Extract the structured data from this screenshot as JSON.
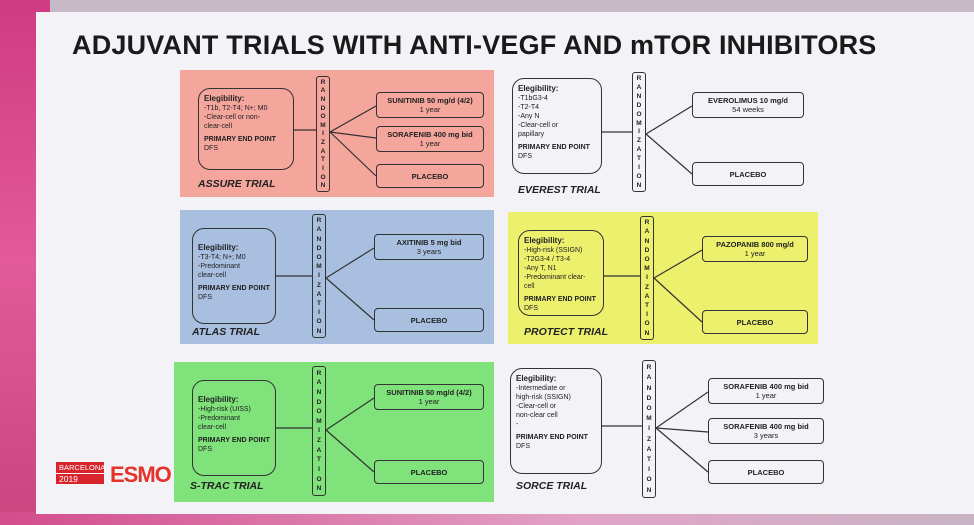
{
  "title": "ADJUVANT TRIALS WITH ANTI-VEGF AND mTOR INHIBITORS",
  "rand_letters": [
    "R",
    "A",
    "N",
    "D",
    "O",
    "M",
    "I",
    "Z",
    "A",
    "T",
    "I",
    "O",
    "N"
  ],
  "colors": {
    "assure": "#f4a59c",
    "everest": "#f3f2f7",
    "atlas": "#a8bfe0",
    "protect": "#edf06c",
    "strac": "#7fe27a",
    "sorce": "#f3f2f7"
  },
  "logo": {
    "city": "BARCELONA",
    "year": "2019",
    "brand": "ESMO"
  },
  "trials": {
    "assure": {
      "name": "ASSURE TRIAL",
      "eligibility": {
        "header": "Elegibility:",
        "lines": [
          "-T1b, T2-T4; N+; M0",
          "-Clear-cell or non-",
          "clear-cell"
        ],
        "endpoint": "PRIMARY END POINT",
        "dfs": "DFS"
      },
      "arms": [
        {
          "name": "SUNITINIB 50 mg/d (4/2)",
          "dur": "1 year"
        },
        {
          "name": "SORAFENIB 400 mg bid",
          "dur": "1 year"
        },
        {
          "name": "PLACEBO",
          "dur": ""
        }
      ]
    },
    "everest": {
      "name": "EVEREST TRIAL",
      "eligibility": {
        "header": "Elegibility:",
        "lines": [
          "-T1bG3-4",
          "-T2-T4",
          "-Any N",
          "-Clear-cell or",
          "papillary"
        ],
        "endpoint": "PRIMARY END POINT",
        "dfs": "DFS"
      },
      "arms": [
        {
          "name": "EVEROLIMUS 10 mg/d",
          "dur": "54 weeks"
        },
        {
          "name": "PLACEBO",
          "dur": ""
        }
      ]
    },
    "atlas": {
      "name": "ATLAS TRIAL",
      "eligibility": {
        "header": "Elegibility:",
        "lines": [
          "-T3-T4; N+; M0",
          "-Predominant",
          "clear-cell"
        ],
        "endpoint": "PRIMARY END POINT",
        "dfs": "DFS"
      },
      "arms": [
        {
          "name": "AXITINIB 5 mg bid",
          "dur": "3 years"
        },
        {
          "name": "PLACEBO",
          "dur": ""
        }
      ]
    },
    "protect": {
      "name": "PROTECT TRIAL",
      "eligibility": {
        "header": "Elegibility:",
        "lines": [
          "-High-risk (SSIGN)",
          "-T2G3-4 / T3-4",
          "-Any T, N1",
          "-Predominant clear-",
          "cell"
        ],
        "endpoint": "PRIMARY END POINT",
        "dfs": "DFS"
      },
      "arms": [
        {
          "name": "PAZOPANIB 800 mg/d",
          "dur": "1 year"
        },
        {
          "name": "PLACEBO",
          "dur": ""
        }
      ]
    },
    "strac": {
      "name": "S-TRAC TRIAL",
      "eligibility": {
        "header": "Elegibility:",
        "lines": [
          "-High-risk (UISS)",
          "-Predominant",
          "clear-cell"
        ],
        "endpoint": "PRIMARY END POINT",
        "dfs": "DFS"
      },
      "arms": [
        {
          "name": "SUNITINIB 50 mg/d (4/2)",
          "dur": "1 year"
        },
        {
          "name": "PLACEBO",
          "dur": ""
        }
      ]
    },
    "sorce": {
      "name": "SORCE TRIAL",
      "eligibility": {
        "header": "Elegibility:",
        "lines": [
          "-Intermediate or",
          "high-risk (SSIGN)",
          "-Clear-cell or",
          "non-clear cell",
          "-"
        ],
        "endpoint": "PRIMARY END POINT",
        "dfs": "DFS"
      },
      "arms": [
        {
          "name": "SORAFENIB 400 mg bid",
          "dur": "1 year"
        },
        {
          "name": "SORAFENIB 400 mg bid",
          "dur": "3 years"
        },
        {
          "name": "PLACEBO",
          "dur": ""
        }
      ]
    }
  }
}
